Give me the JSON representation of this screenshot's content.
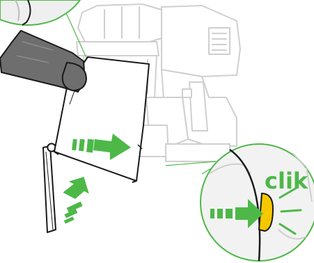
{
  "callout_label": "clik",
  "colors": {
    "arrow_green": "#4db848",
    "callout_ring": "#4db848",
    "line_gray": "#cfcfcf",
    "body_gray": "#bdbdbd",
    "dark_gray": "#6e6e6e",
    "latch_yellow": "#f6c800",
    "outline_black": "#1a1a1a"
  },
  "icons": [
    "vacuum-handheld-illustration",
    "bin-door",
    "hand",
    "push-arrow",
    "click-latch"
  ]
}
